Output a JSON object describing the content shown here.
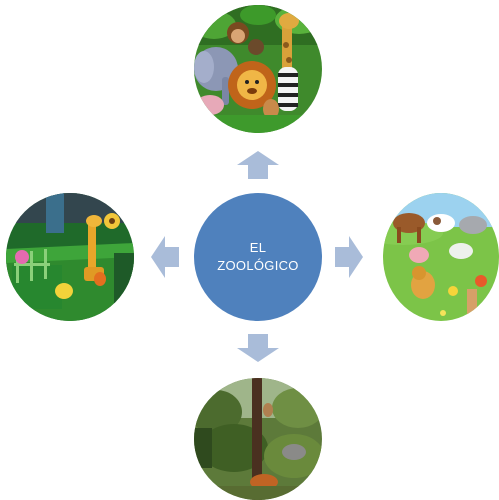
{
  "center": {
    "line1": "EL",
    "line2": "ZOOLÓGICO"
  },
  "nodes": [
    {
      "name": "jungle-animals-image",
      "icon": "jungle-animals-cartoon"
    },
    {
      "name": "farm-animals-image",
      "icon": "farm-animals-cartoon"
    },
    {
      "name": "forest-animals-image",
      "icon": "forest-animals-photo"
    },
    {
      "name": "toy-zoo-image",
      "icon": "toy-zoo-photo"
    }
  ],
  "colors": {
    "center_fill": "#4f81bd",
    "arrow_fill": "#a9bcd9",
    "center_text": "#ffffff"
  }
}
